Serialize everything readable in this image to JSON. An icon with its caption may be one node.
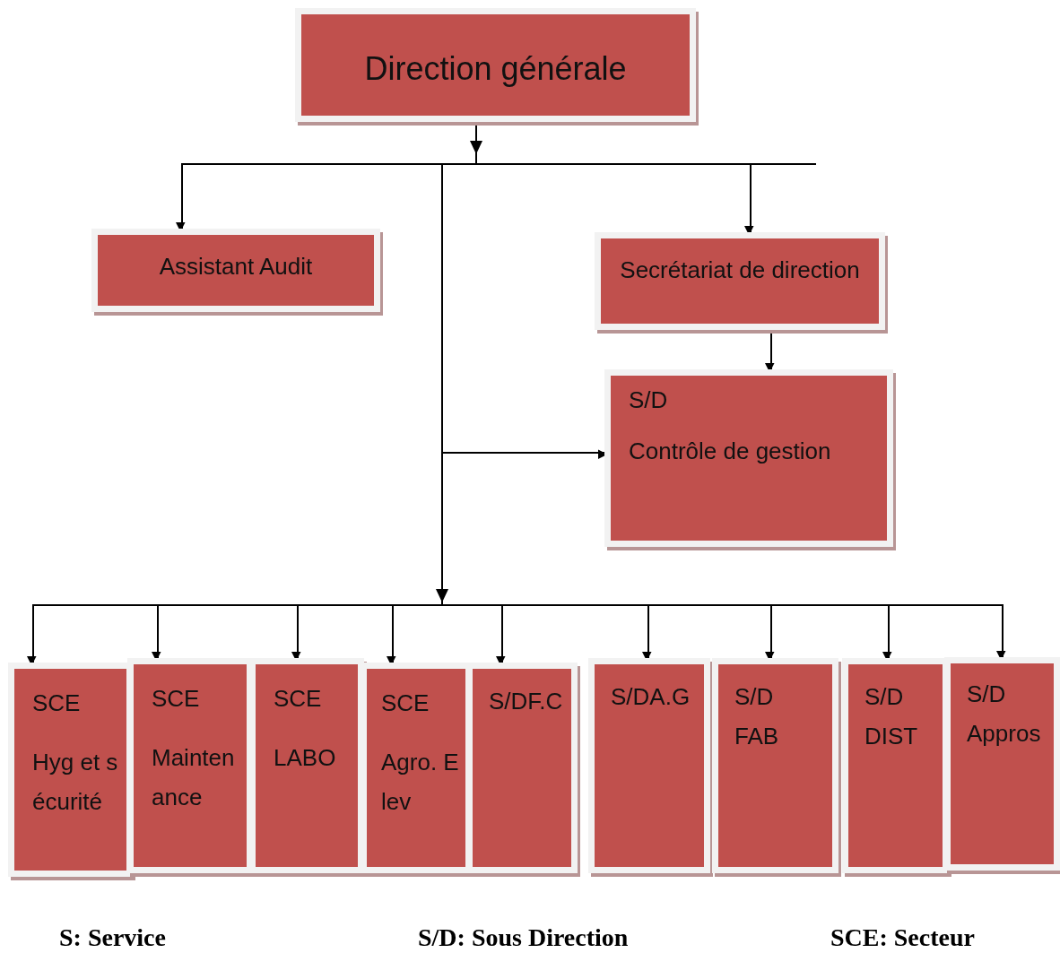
{
  "diagram": {
    "nodes": [
      {
        "text": [
          "Direction générale"
        ]
      },
      {
        "text": [
          "Assistant Audit"
        ]
      },
      {
        "text": [
          "Secrétariat de direction"
        ]
      },
      {
        "text": [
          "S/D",
          "Contrôle de gestion"
        ]
      },
      {
        "text": [
          "SCE",
          "Hyg et sécurité"
        ]
      },
      {
        "text": [
          "SCE",
          "Maintenance"
        ]
      },
      {
        "text": [
          "SCE",
          "LABO"
        ]
      },
      {
        "text": [
          "SCE",
          "Agro. Elev"
        ]
      },
      {
        "text": [
          "S/DF.C"
        ]
      },
      {
        "text": [
          "S/DA.G"
        ]
      },
      {
        "text": [
          "S/D",
          "FAB"
        ]
      },
      {
        "text": [
          "S/D",
          "DIST"
        ]
      },
      {
        "text": [
          "S/D",
          "Appros"
        ]
      }
    ],
    "edges": [
      {
        "from": 0,
        "to": 1,
        "arrow": "to"
      },
      {
        "from": 0,
        "to": 2,
        "arrow": "to"
      },
      {
        "from": 0,
        "to": 3,
        "arrow": "to"
      },
      {
        "from": 2,
        "to": 3,
        "arrow": "to"
      },
      {
        "from": 0,
        "to": 4,
        "arrow": "to"
      },
      {
        "from": 0,
        "to": 5,
        "arrow": "to"
      },
      {
        "from": 0,
        "to": 6,
        "arrow": "to"
      },
      {
        "from": 0,
        "to": 7,
        "arrow": "to"
      },
      {
        "from": 0,
        "to": 8,
        "arrow": "to"
      },
      {
        "from": 0,
        "to": 9,
        "arrow": "to"
      },
      {
        "from": 0,
        "to": 10,
        "arrow": "to"
      },
      {
        "from": 0,
        "to": 11,
        "arrow": "to"
      },
      {
        "from": 0,
        "to": 12,
        "arrow": "to"
      }
    ],
    "labels": [
      "S: Service",
      "S/D: Sous Direction",
      "SCE: Secteur"
    ]
  }
}
